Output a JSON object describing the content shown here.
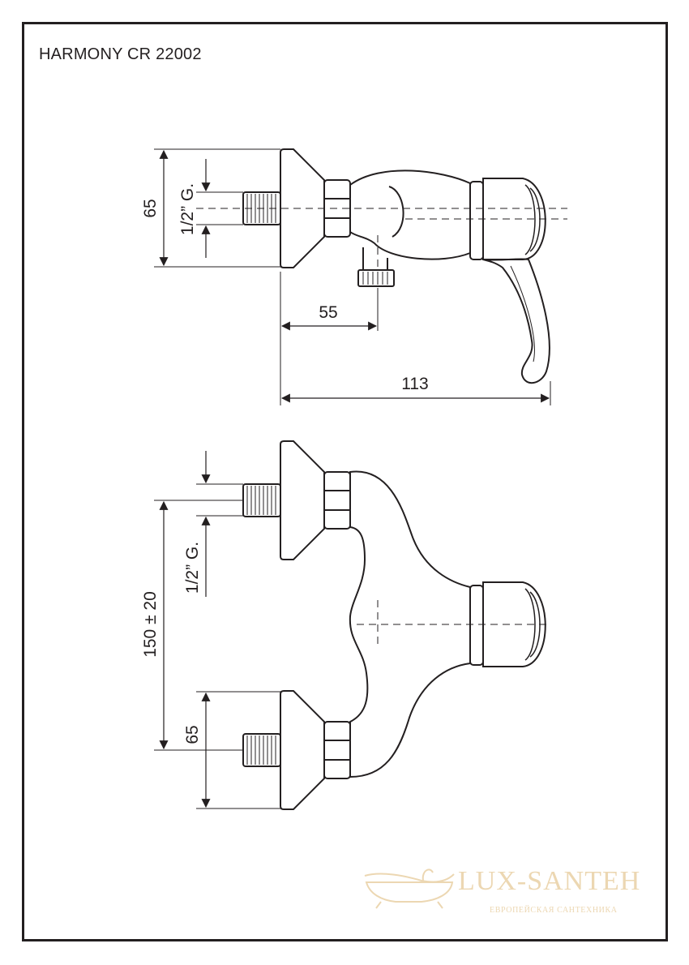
{
  "drawing": {
    "title": "HARMONY CR 22002"
  },
  "side_view": {
    "dim_height": "65",
    "dim_thread": "1/2” G.",
    "dim_outlet_offset": "55",
    "dim_total_depth": "113"
  },
  "front_view": {
    "dim_thread": "1/2” G.",
    "dim_centers": "150 ± 20",
    "dim_height": "65"
  },
  "watermark": {
    "brand": "LUX-SANTEH",
    "tagline": "ЕВРОПЕЙСКАЯ САНТЕХНИКА"
  },
  "colors": {
    "line": "#231f20",
    "watermark": "#ecd7b2"
  }
}
